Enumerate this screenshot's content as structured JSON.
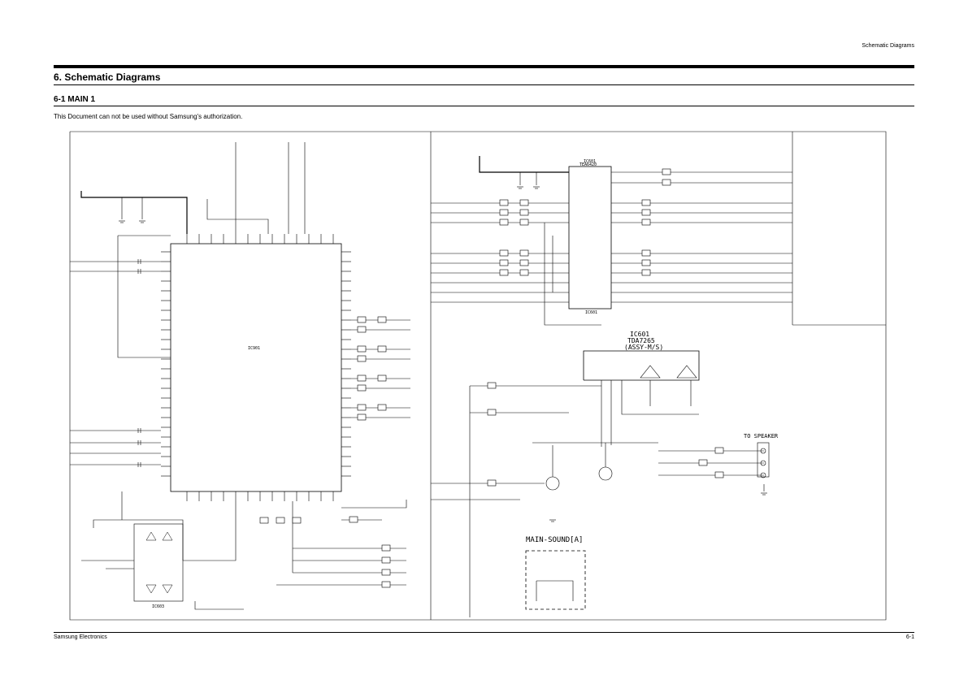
{
  "header": {
    "right_title": "Schematic Diagrams"
  },
  "section": {
    "title": "6. Schematic Diagrams",
    "subtitle": "6-1 MAIN 1",
    "notice": "This Document can not be used without Samsung's authorization."
  },
  "schematic": {
    "ic_main": "IC901",
    "ic_switch_label": "IC601",
    "ic_switch_part": "TEA6420",
    "ic_amp_label": "IC601",
    "ic_amp_part": "TDA7265",
    "ic_amp_note": "(ASSY-M/S)",
    "to_speaker": "TO SPEAKER",
    "main_sound": "MAIN-SOUND[A]",
    "bottom_ic": "IC603"
  },
  "footer": {
    "left": "Samsung Electronics",
    "right": "6-1"
  }
}
